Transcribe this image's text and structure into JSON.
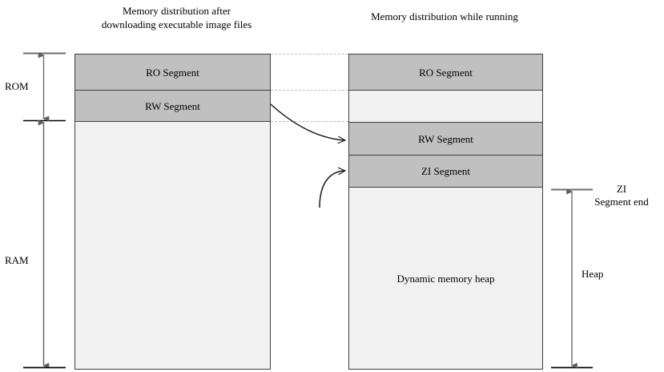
{
  "titles": {
    "left": "Memory distribution after downloading executable image files",
    "right": "Memory distribution while running"
  },
  "left_column": {
    "name": "memory-after-download",
    "segments": [
      {
        "label": "RO Segment",
        "fill": "filled"
      },
      {
        "label": "RW Segment",
        "fill": "filled"
      },
      {
        "label": "",
        "fill": "empty"
      }
    ]
  },
  "right_column": {
    "name": "memory-while-running",
    "segments": [
      {
        "label": "RO Segment",
        "fill": "filled"
      },
      {
        "label": "",
        "fill": "empty"
      },
      {
        "label": "RW Segment",
        "fill": "filled"
      },
      {
        "label": "ZI Segment",
        "fill": "filled"
      },
      {
        "label": "Dynamic memory heap",
        "fill": "empty"
      }
    ]
  },
  "side_labels": {
    "rom": "ROM",
    "ram": "RAM",
    "zi_segment_end": "ZI\nSegment end",
    "heap": "Heap"
  },
  "colors": {
    "segment_fill": "#c0c0c0",
    "segment_empty": "#f1f1f1",
    "outline": "#3f3f3f",
    "guide_line": "#b9b9b9",
    "arrow": "#6e6e6e",
    "curve": "#1a1a1a",
    "text": "#000000",
    "background": "#ffffff"
  },
  "connectors": [
    {
      "name": "rw-relocation-arrow",
      "from": "left RW Segment",
      "to": "right RW Segment"
    },
    {
      "name": "zi-creation-arrow",
      "to": "right ZI Segment"
    }
  ]
}
